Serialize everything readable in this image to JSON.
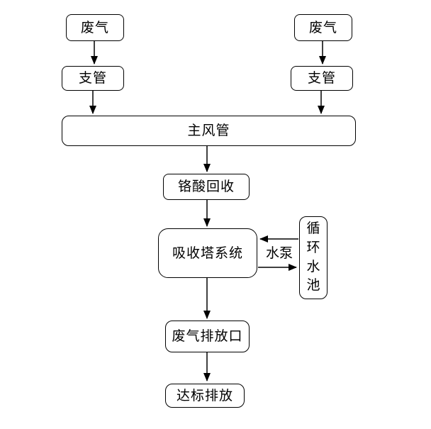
{
  "diagram": {
    "type": "flowchart",
    "nodes": {
      "waste_gas_left": "废气",
      "waste_gas_right": "废气",
      "branch_pipe_left": "支管",
      "branch_pipe_right": "支管",
      "main_duct": "主风管",
      "chromic_acid_recovery": "铬酸回收",
      "absorption_tower_system": "吸收塔系统",
      "circulating_water_pool": "循环水池",
      "waste_gas_outlet": "废气排放口",
      "compliant_discharge": "达标排放"
    },
    "edge_labels": {
      "water_pump": "水泵"
    },
    "edges": [
      {
        "from": "waste_gas_left",
        "to": "branch_pipe_left"
      },
      {
        "from": "waste_gas_right",
        "to": "branch_pipe_right"
      },
      {
        "from": "branch_pipe_left",
        "to": "main_duct"
      },
      {
        "from": "branch_pipe_right",
        "to": "main_duct"
      },
      {
        "from": "main_duct",
        "to": "chromic_acid_recovery"
      },
      {
        "from": "chromic_acid_recovery",
        "to": "absorption_tower_system"
      },
      {
        "from": "circulating_water_pool",
        "to": "absorption_tower_system",
        "label": "水泵"
      },
      {
        "from": "absorption_tower_system",
        "to": "circulating_water_pool",
        "label": "水泵"
      },
      {
        "from": "absorption_tower_system",
        "to": "waste_gas_outlet"
      },
      {
        "from": "waste_gas_outlet",
        "to": "compliant_discharge"
      }
    ],
    "colors": {
      "line": "#000000",
      "text": "#000000",
      "background": "#ffffff"
    }
  }
}
